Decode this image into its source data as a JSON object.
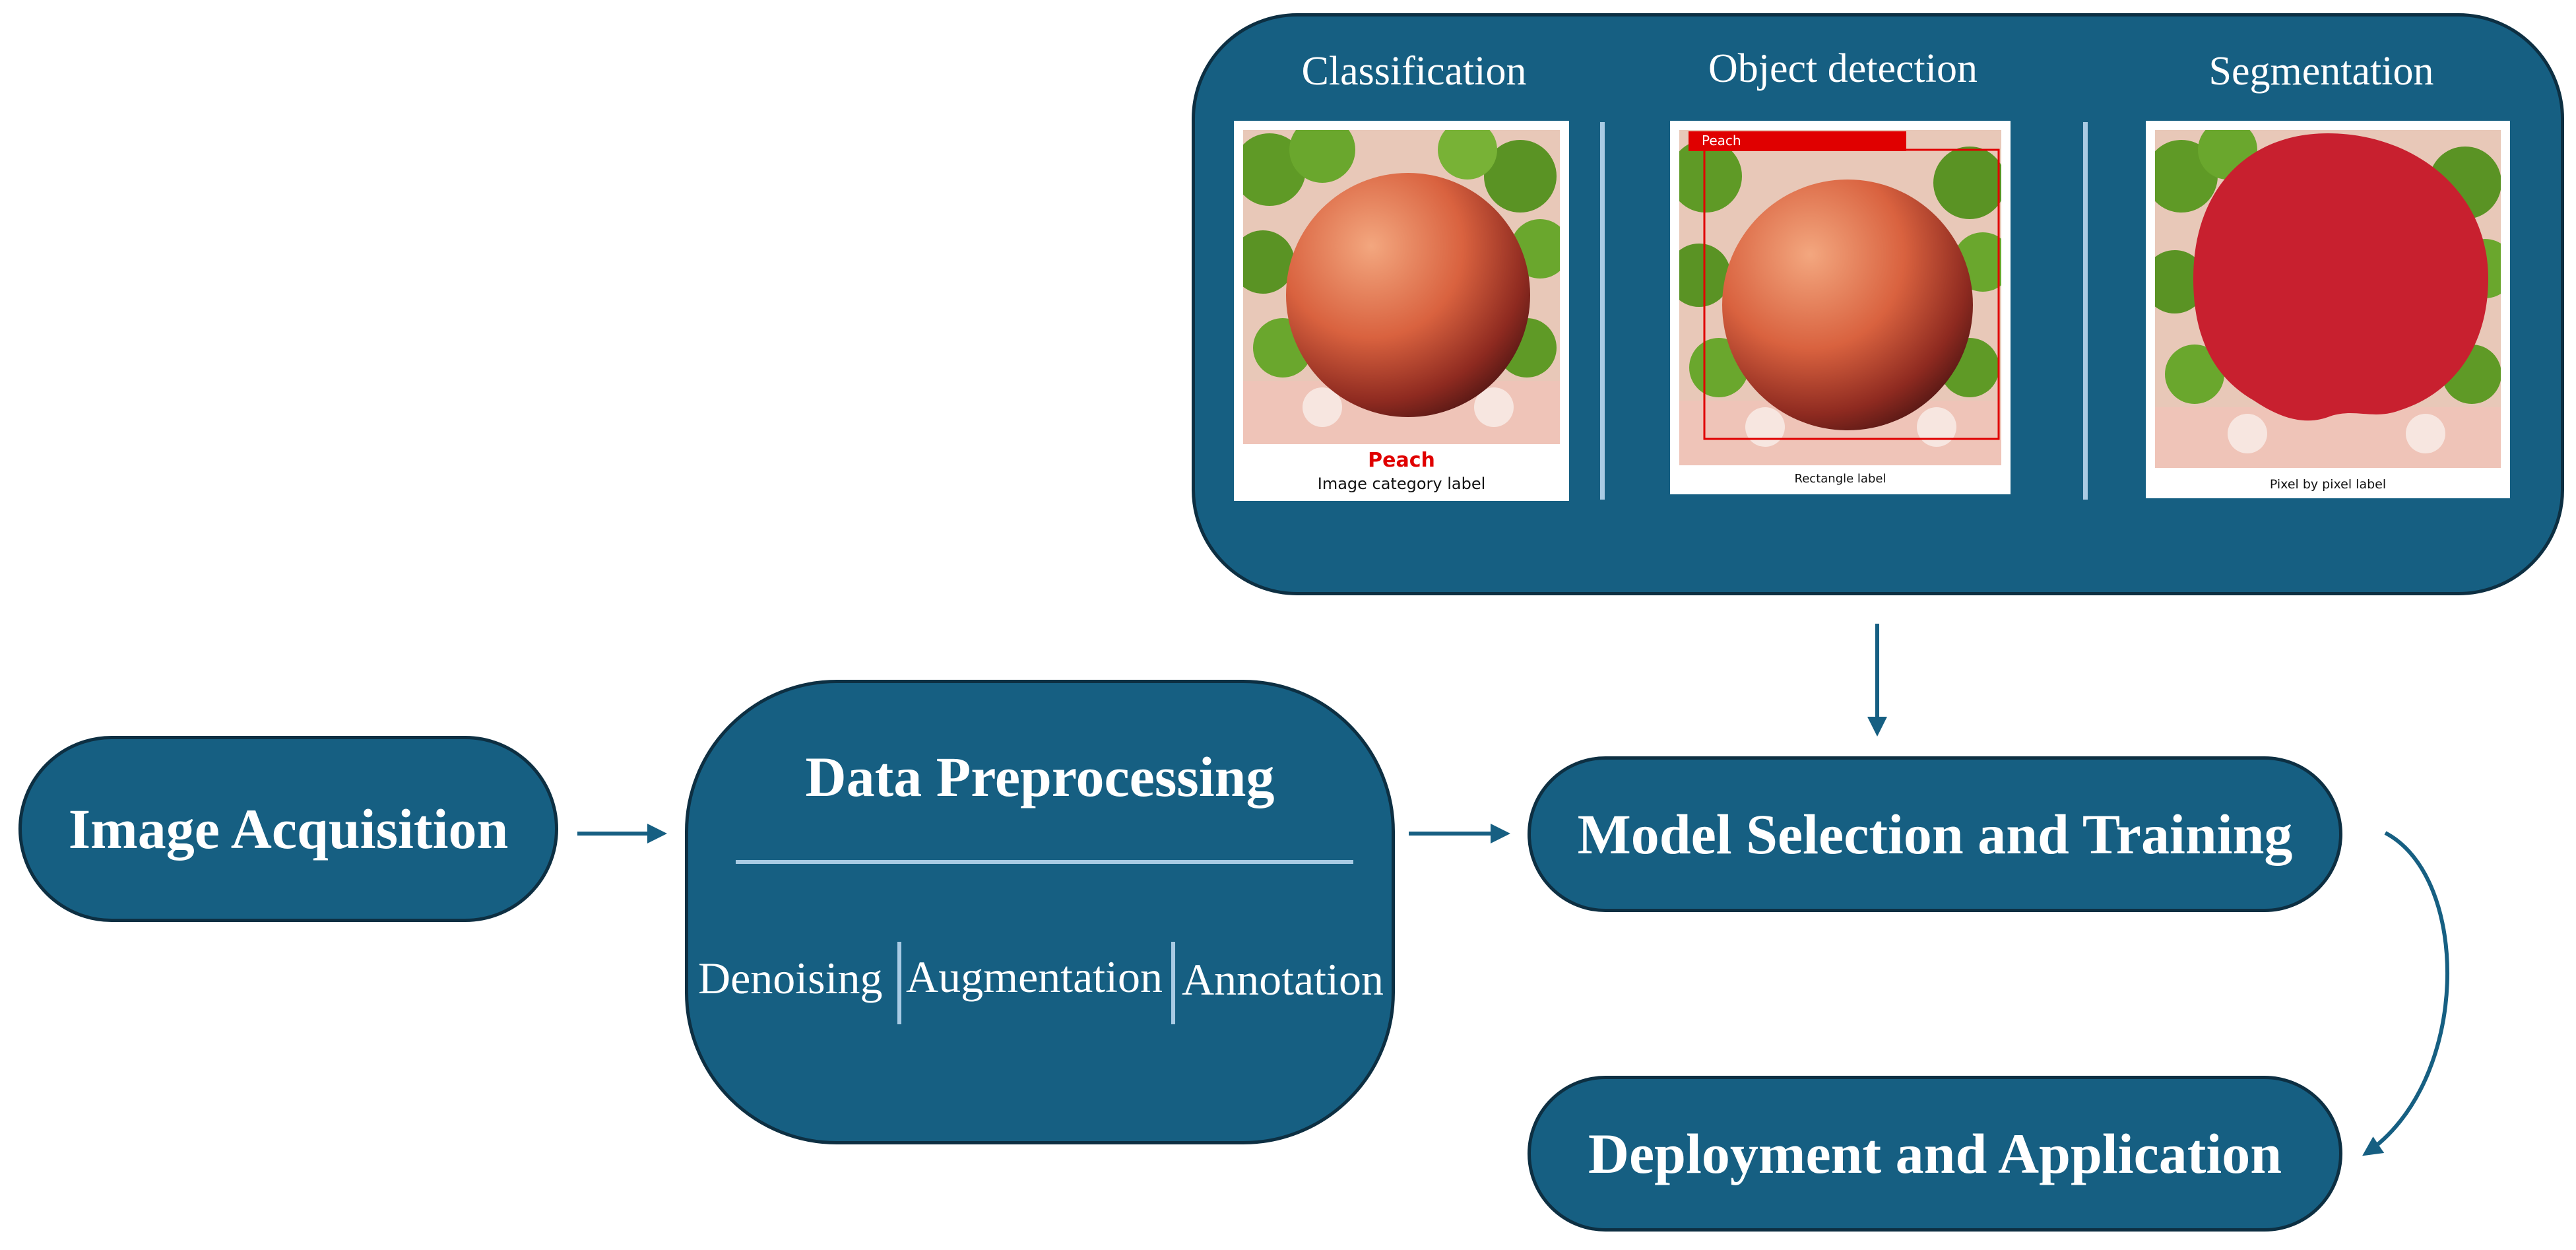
{
  "diagram": {
    "colors": {
      "node_fill": "#165f82",
      "node_border": "#0d2f42",
      "divider": "#a9cbe4",
      "arrow": "#165f82",
      "peach_label": "#e00000",
      "segmentation_mask": "#c8202f"
    },
    "nodes": {
      "image_acquisition": "Image Acquisition",
      "data_preprocessing": {
        "title": "Data Preprocessing",
        "steps": [
          "Denoising",
          "Augmentation",
          "Annotation"
        ]
      },
      "model_selection": "Model Selection and Training",
      "deployment": "Deployment and Application"
    },
    "tasks": [
      {
        "title": "Classification",
        "class_label": "Peach",
        "caption": "Image category label"
      },
      {
        "title": "Object detection",
        "box_label": "Peach",
        "caption": "Rectangle label"
      },
      {
        "title": "Segmentation",
        "caption": "Pixel by pixel label"
      }
    ],
    "edges": [
      {
        "from": "image_acquisition",
        "to": "data_preprocessing"
      },
      {
        "from": "data_preprocessing",
        "to": "model_selection"
      },
      {
        "from": "task_panel",
        "to": "model_selection"
      },
      {
        "from": "model_selection",
        "to": "deployment"
      }
    ]
  }
}
